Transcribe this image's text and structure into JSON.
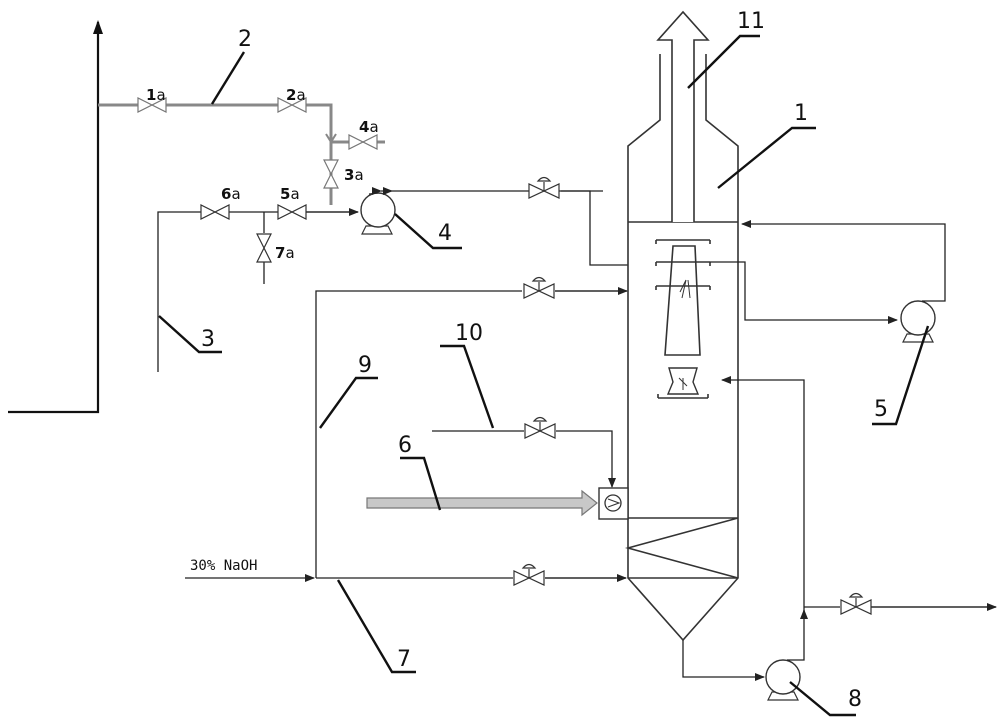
{
  "feed_label": "30% NaOH",
  "numbers": {
    "n1": "1",
    "n2": "2",
    "n3": "3",
    "n4": "4",
    "n5": "5",
    "n6": "6",
    "n7": "7",
    "n8": "8",
    "n9": "9",
    "n10": "10",
    "n11": "11"
  },
  "valves": {
    "v1": {
      "num": "1",
      "sub": "a"
    },
    "v2": {
      "num": "2",
      "sub": "a"
    },
    "v3": {
      "num": "3",
      "sub": "a"
    },
    "v4": {
      "num": "4",
      "sub": "a"
    },
    "v5": {
      "num": "5",
      "sub": "a"
    },
    "v6": {
      "num": "6",
      "sub": "a"
    },
    "v7": {
      "num": "7",
      "sub": "a"
    }
  }
}
